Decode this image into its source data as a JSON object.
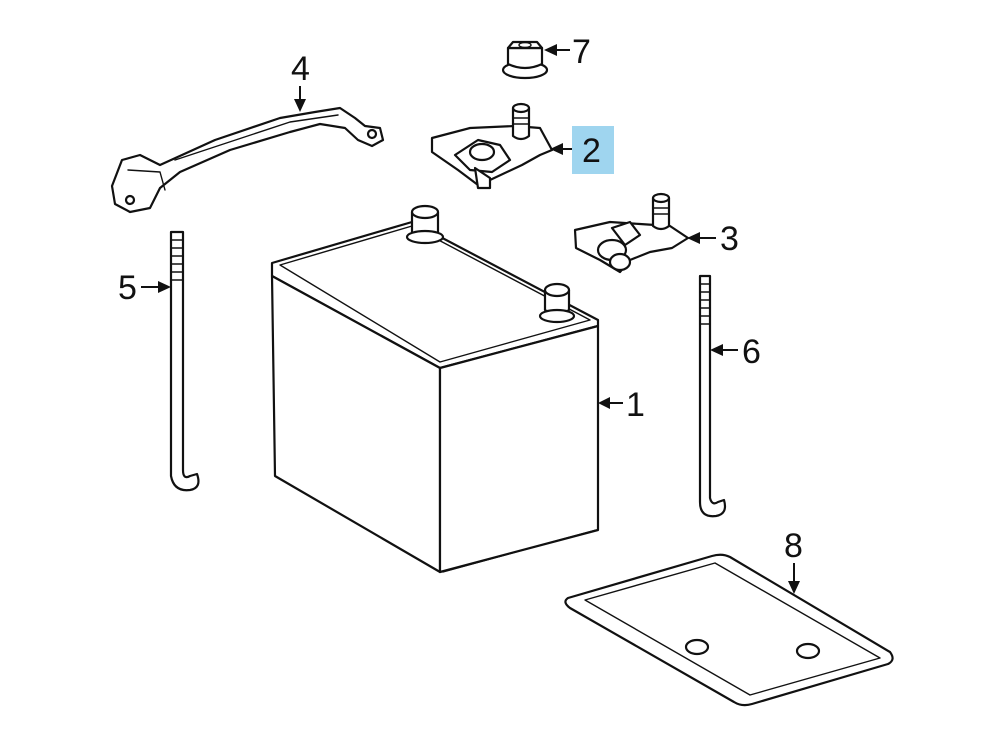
{
  "callouts": [
    {
      "id": "1",
      "label": "1"
    },
    {
      "id": "2",
      "label": "2",
      "highlighted": true
    },
    {
      "id": "3",
      "label": "3"
    },
    {
      "id": "4",
      "label": "4"
    },
    {
      "id": "5",
      "label": "5"
    },
    {
      "id": "6",
      "label": "6"
    },
    {
      "id": "7",
      "label": "7"
    },
    {
      "id": "8",
      "label": "8"
    }
  ],
  "colors": {
    "highlight": "#9fd5ef",
    "ink": "#111111",
    "background": "#ffffff"
  }
}
